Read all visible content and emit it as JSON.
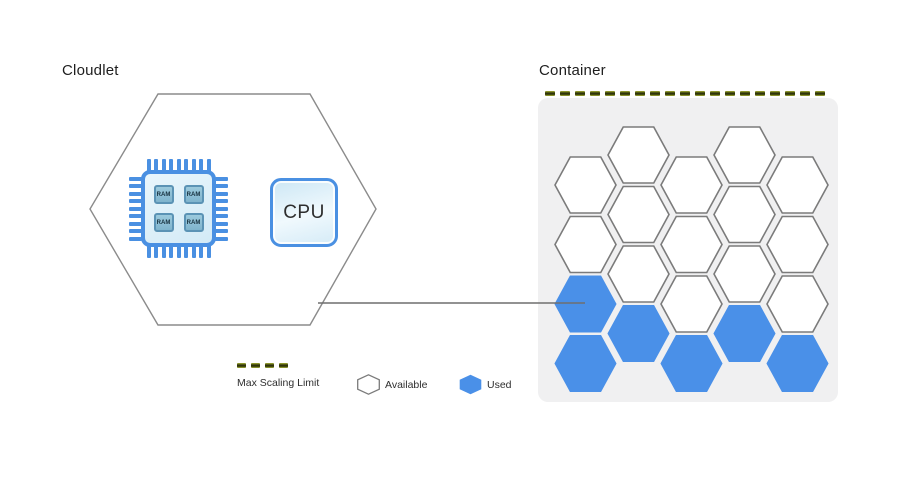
{
  "cloudlet": {
    "title": "Cloudlet",
    "cpu_label": "CPU",
    "ram_labels": [
      "RAM",
      "RAM",
      "RAM",
      "RAM"
    ]
  },
  "container": {
    "title": "Container"
  },
  "legend": {
    "max_scaling_label": "Max Scaling Limit",
    "available_label": "Available",
    "used_label": "Used"
  },
  "colors": {
    "used_hex_fill": "#4a90e8",
    "available_hex_fill": "#ffffff",
    "available_hex_stroke": "#7b7b7b",
    "accent_blue": "#4a90e2",
    "panel_background": "#f0f0f1",
    "limit_dash_dark": "#2c3208",
    "limit_dash_light": "#a9b437",
    "outline_gray": "#8b8b8b"
  },
  "hex_grid": {
    "columns": [
      {
        "offset": "down",
        "cells": [
          "available",
          "available",
          "used",
          "used"
        ]
      },
      {
        "offset": "up",
        "cells": [
          "available",
          "available",
          "available",
          "used"
        ]
      },
      {
        "offset": "down",
        "cells": [
          "available",
          "available",
          "available",
          "used"
        ]
      },
      {
        "offset": "up",
        "cells": [
          "available",
          "available",
          "available",
          "used"
        ]
      },
      {
        "offset": "down",
        "cells": [
          "available",
          "available",
          "available",
          "used"
        ]
      }
    ],
    "counts": {
      "available": 14,
      "used": 6
    }
  }
}
